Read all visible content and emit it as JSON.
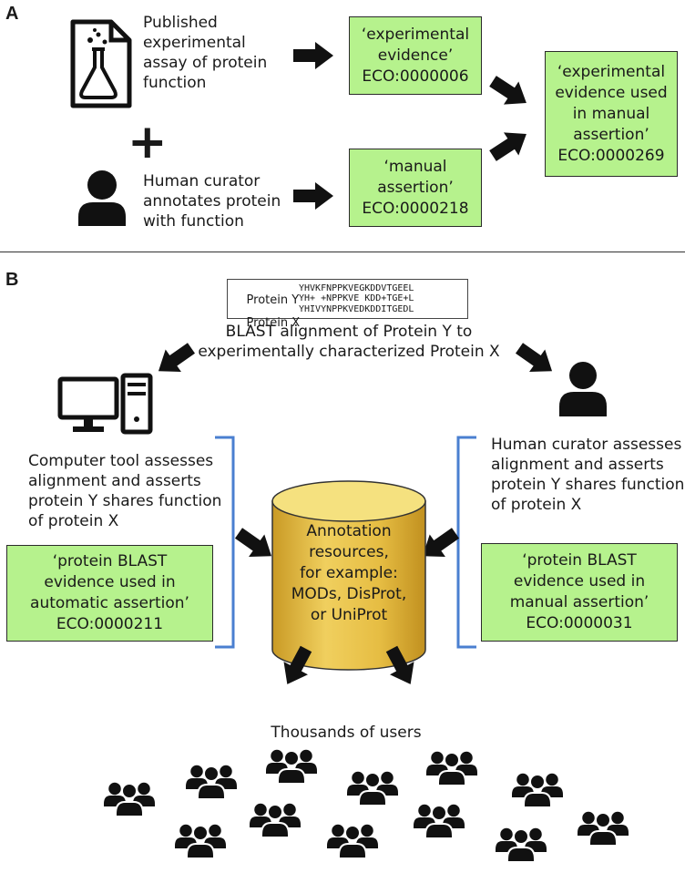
{
  "panel_a": {
    "letter": "A",
    "paper_lines": [
      "Published",
      "experimental",
      "assay of protein",
      "function"
    ],
    "curator_lines": [
      "Human curator",
      "annotates protein",
      "with function"
    ],
    "plus": "+",
    "box_experimental": [
      "‘experimental",
      "evidence’",
      "ECO:0000006"
    ],
    "box_manual": [
      "‘manual",
      "assertion’",
      "ECO:0000218"
    ],
    "box_combined": [
      "‘experimental",
      "evidence used",
      "in manual",
      "assertion’",
      "ECO:0000269"
    ]
  },
  "panel_b": {
    "letter": "B",
    "alignment": {
      "rows": [
        {
          "label": "Protein Y",
          "seq": "YHVKFNPPKVEGKDDVTGEEL"
        },
        {
          "label": "",
          "seq": "YH+ +NPPKVE KDD+TGE+L"
        },
        {
          "label": "Protein X",
          "seq": "YHIVYNPPKVEDKDDITGEDL"
        }
      ]
    },
    "blast_caption": [
      "BLAST alignment of Protein Y to",
      "experimentally characterized Protein X"
    ],
    "computer_text": [
      "Computer tool assesses",
      "alignment and asserts",
      "protein Y shares function",
      "of protein X"
    ],
    "curator_text": [
      "Human curator assesses",
      "alignment and asserts",
      "protein Y shares function",
      "of protein X"
    ],
    "box_auto": [
      "‘protein BLAST",
      "evidence used in",
      "automatic assertion’",
      "ECO:0000211"
    ],
    "box_manual": [
      "‘protein BLAST",
      "evidence used in",
      "manual assertion’",
      "ECO:0000031"
    ],
    "db_text": [
      "Annotation",
      "resources,",
      "for example:",
      "MODs, DisProt,",
      "or UniProt"
    ],
    "users_caption": "Thousands of users"
  },
  "colors": {
    "box_fill": "#b6f28d",
    "bracket": "#4a7fd0",
    "cylinder_top": "#f7e58a",
    "cylinder_body": "#e2b73c",
    "icon": "#111111"
  }
}
